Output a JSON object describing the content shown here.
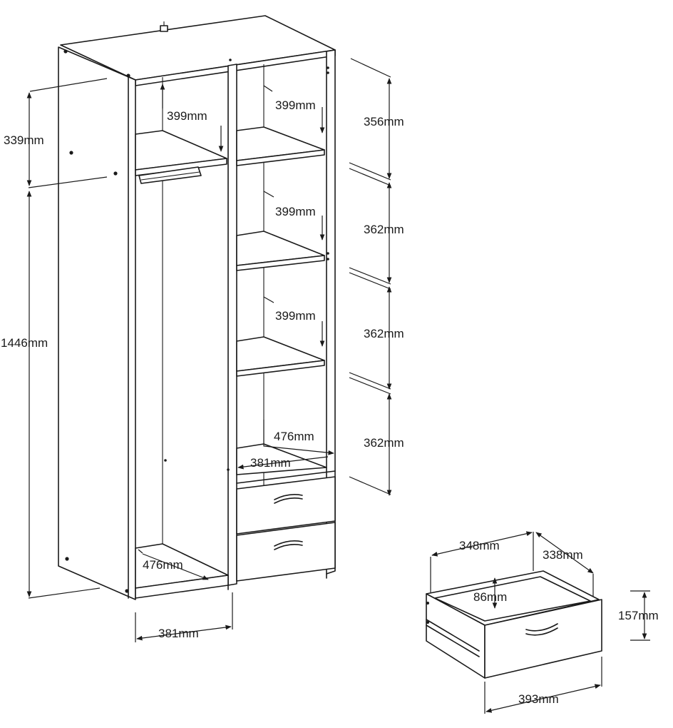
{
  "wardrobe": {
    "top_compartment_height": "339mm",
    "hanging_height": "1446mm",
    "left_top_width": "399mm",
    "shelf_widths": [
      "399mm",
      "399mm",
      "399mm"
    ],
    "right_heights": [
      "356mm",
      "362mm",
      "362mm",
      "362mm"
    ],
    "lower_depth": "476mm",
    "lower_width": "381mm",
    "bottom_depth": "476mm",
    "bottom_width": "381mm"
  },
  "drawer": {
    "depth": "348mm",
    "side_depth": "338mm",
    "inner_height": "86mm",
    "height": "157mm",
    "width": "393mm"
  }
}
